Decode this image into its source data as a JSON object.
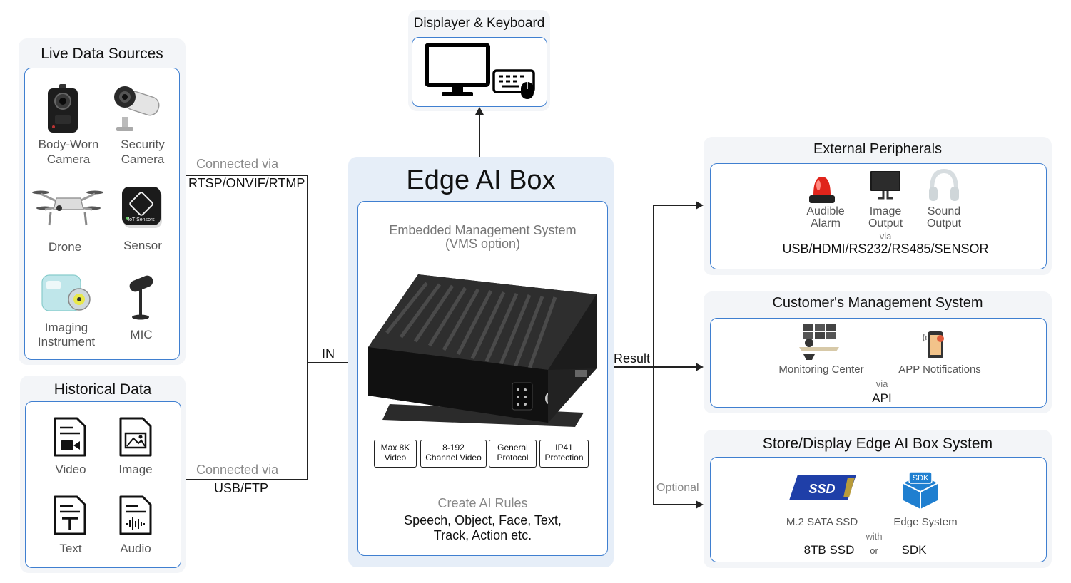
{
  "live_sources": {
    "title": "Live Data Sources",
    "items": [
      {
        "label": "Body-Worn Camera",
        "line1": "Body-Worn",
        "line2": "Camera",
        "icon": "body-camera-icon"
      },
      {
        "label": "Security Camera",
        "line1": "Security",
        "line2": "Camera",
        "icon": "security-camera-icon"
      },
      {
        "label": "Drone",
        "icon": "drone-icon"
      },
      {
        "label": "Sensor",
        "icon": "sensor-icon",
        "icon_text": "IoT Sensors"
      },
      {
        "label": "Imaging Instrument",
        "line1": "Imaging",
        "line2": "Instrument",
        "icon": "imaging-instrument-icon"
      },
      {
        "label": "MIC",
        "icon": "microphone-icon"
      }
    ],
    "connection_line1": "Connected via",
    "connection_line2": "RTSP/ONVIF/RTMP"
  },
  "historical": {
    "title": "Historical Data",
    "items": [
      {
        "label": "Video",
        "icon": "video-file-icon"
      },
      {
        "label": "Image",
        "icon": "image-file-icon"
      },
      {
        "label": "Text",
        "icon": "text-file-icon"
      },
      {
        "label": "Audio",
        "icon": "audio-file-icon"
      }
    ],
    "connection_line1": "Connected via",
    "connection_line2": "USB/FTP"
  },
  "in_label": "IN",
  "displayer": {
    "title": "Displayer & Keyboard",
    "icons": [
      "monitor-icon",
      "keyboard-mouse-icon"
    ]
  },
  "edge_box": {
    "title": "Edge AI Box",
    "subtitle_line1": "Embedded Management System",
    "subtitle_line2": "(VMS option)",
    "specs": [
      {
        "line1": "Max 8K",
        "line2": "Video"
      },
      {
        "line1": "8-192",
        "line2": "Channel Video"
      },
      {
        "line1": "General",
        "line2": "Protocol"
      },
      {
        "line1": "IP41",
        "line2": "Protection"
      }
    ],
    "rules_title": "Create AI Rules",
    "rules_line1": "Speech, Object, Face, Text,",
    "rules_line2": "Track, Action etc."
  },
  "result_label": "Result",
  "optional_label": "Optional",
  "peripherals": {
    "title": "External Peripherals",
    "items": [
      {
        "line1": "Audible",
        "line2": "Alarm",
        "icon": "alarm-light-icon"
      },
      {
        "line1": "Image",
        "line2": "Output",
        "icon": "display-monitor-icon"
      },
      {
        "line1": "Sound",
        "line2": "Output",
        "icon": "headphones-icon"
      }
    ],
    "via": "via",
    "interfaces": "USB/HDMI/RS232/RS485/SENSOR"
  },
  "customer": {
    "title": "Customer's Management System",
    "items": [
      {
        "label": "Monitoring Center",
        "icon": "monitoring-center-icon"
      },
      {
        "label": "APP Notifications",
        "icon": "phone-notification-icon"
      }
    ],
    "via": "via",
    "api": "API"
  },
  "store": {
    "title": "Store/Display Edge AI Box System",
    "items": [
      {
        "label": "M.2 SATA SSD",
        "icon": "ssd-icon",
        "icon_text": "SSD"
      },
      {
        "label": "Edge System",
        "icon": "sdk-box-icon",
        "icon_text": "SDK"
      }
    ],
    "with": "with",
    "or": "or",
    "capacity": "8TB SSD",
    "sdk": "SDK"
  },
  "colors": {
    "accent_border": "#3f7fd0",
    "panel_bg": "#f3f5f8",
    "edge_panel_bg": "#e6eef8",
    "line": "#222222",
    "muted_text": "#555555"
  }
}
